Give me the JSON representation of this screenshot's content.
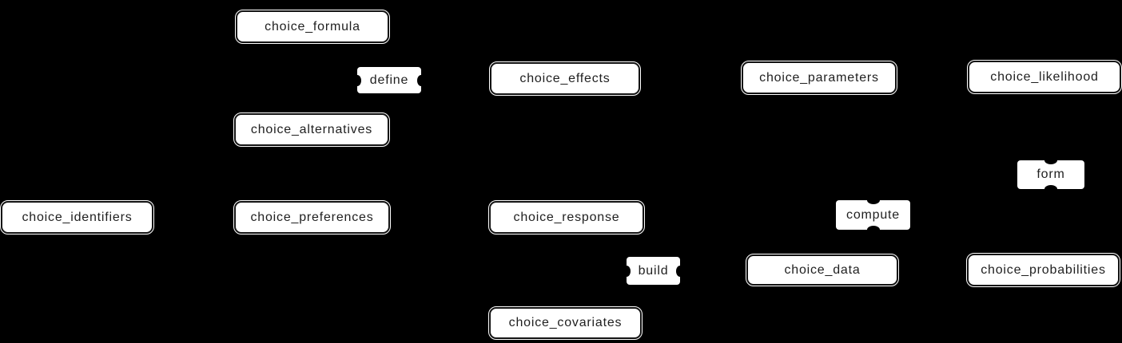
{
  "diagram": {
    "type": "flowchart",
    "style": "hand-drawn",
    "colors": {
      "background": "#000000",
      "node_fill": "#ffffff",
      "node_border": "#111111",
      "text": "#1f1f1f"
    },
    "nodes": [
      {
        "id": "choice_formula",
        "label": "choice_formula"
      },
      {
        "id": "choice_effects",
        "label": "choice_effects"
      },
      {
        "id": "choice_parameters",
        "label": "choice_parameters"
      },
      {
        "id": "choice_likelihood",
        "label": "choice_likelihood"
      },
      {
        "id": "choice_alternatives",
        "label": "choice_alternatives"
      },
      {
        "id": "choice_identifiers",
        "label": "choice_identifiers"
      },
      {
        "id": "choice_preferences",
        "label": "choice_preferences"
      },
      {
        "id": "choice_response",
        "label": "choice_response"
      },
      {
        "id": "choice_data",
        "label": "choice_data"
      },
      {
        "id": "choice_probabilities",
        "label": "choice_probabilities"
      },
      {
        "id": "choice_covariates",
        "label": "choice_covariates"
      }
    ],
    "edge_labels": [
      {
        "id": "define",
        "label": "define"
      },
      {
        "id": "form",
        "label": "form"
      },
      {
        "id": "compute",
        "label": "compute"
      },
      {
        "id": "build",
        "label": "build"
      }
    ]
  }
}
